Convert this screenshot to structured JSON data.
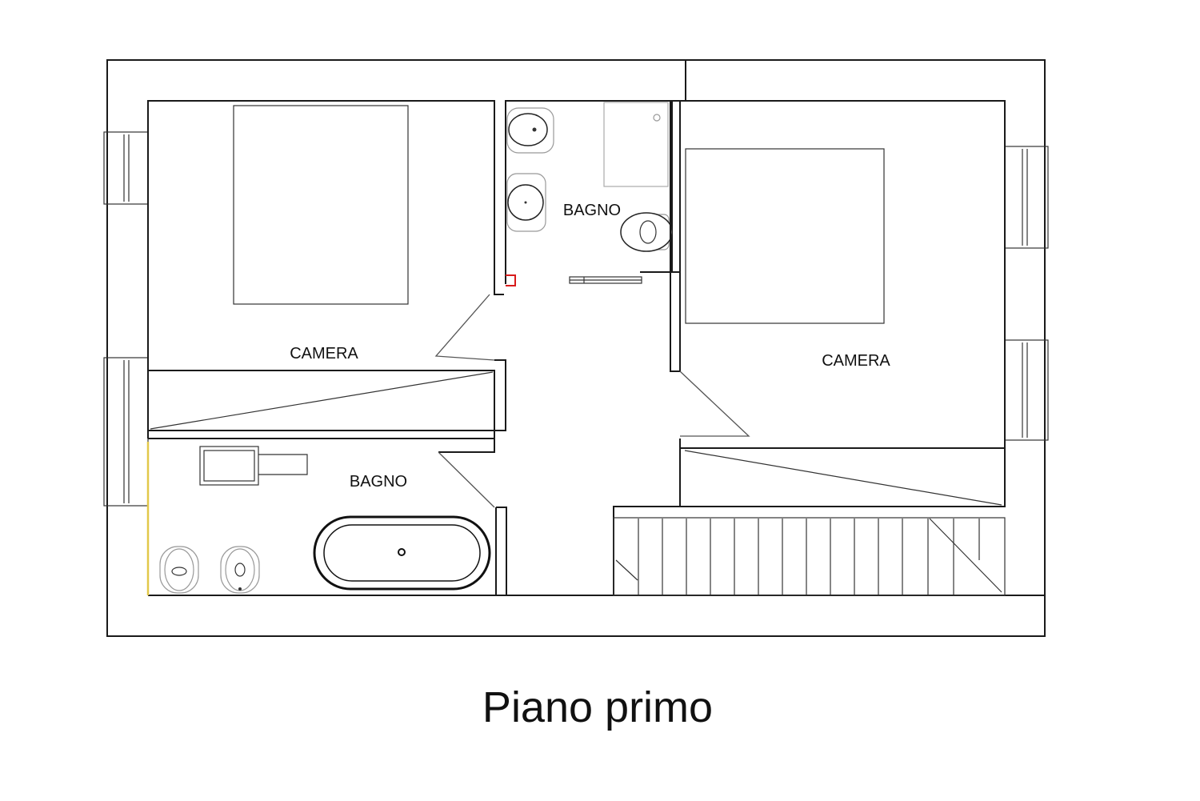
{
  "title": "Piano primo",
  "rooms": {
    "bedroom_left": "CAMERA",
    "bathroom_top": "BAGNO",
    "bedroom_right": "CAMERA",
    "bathroom_bottom": "BAGNO"
  },
  "colors": {
    "wall": "#1a1a1a",
    "accent_red": "#d81b1b",
    "accent_yellow": "#e2c84a"
  }
}
